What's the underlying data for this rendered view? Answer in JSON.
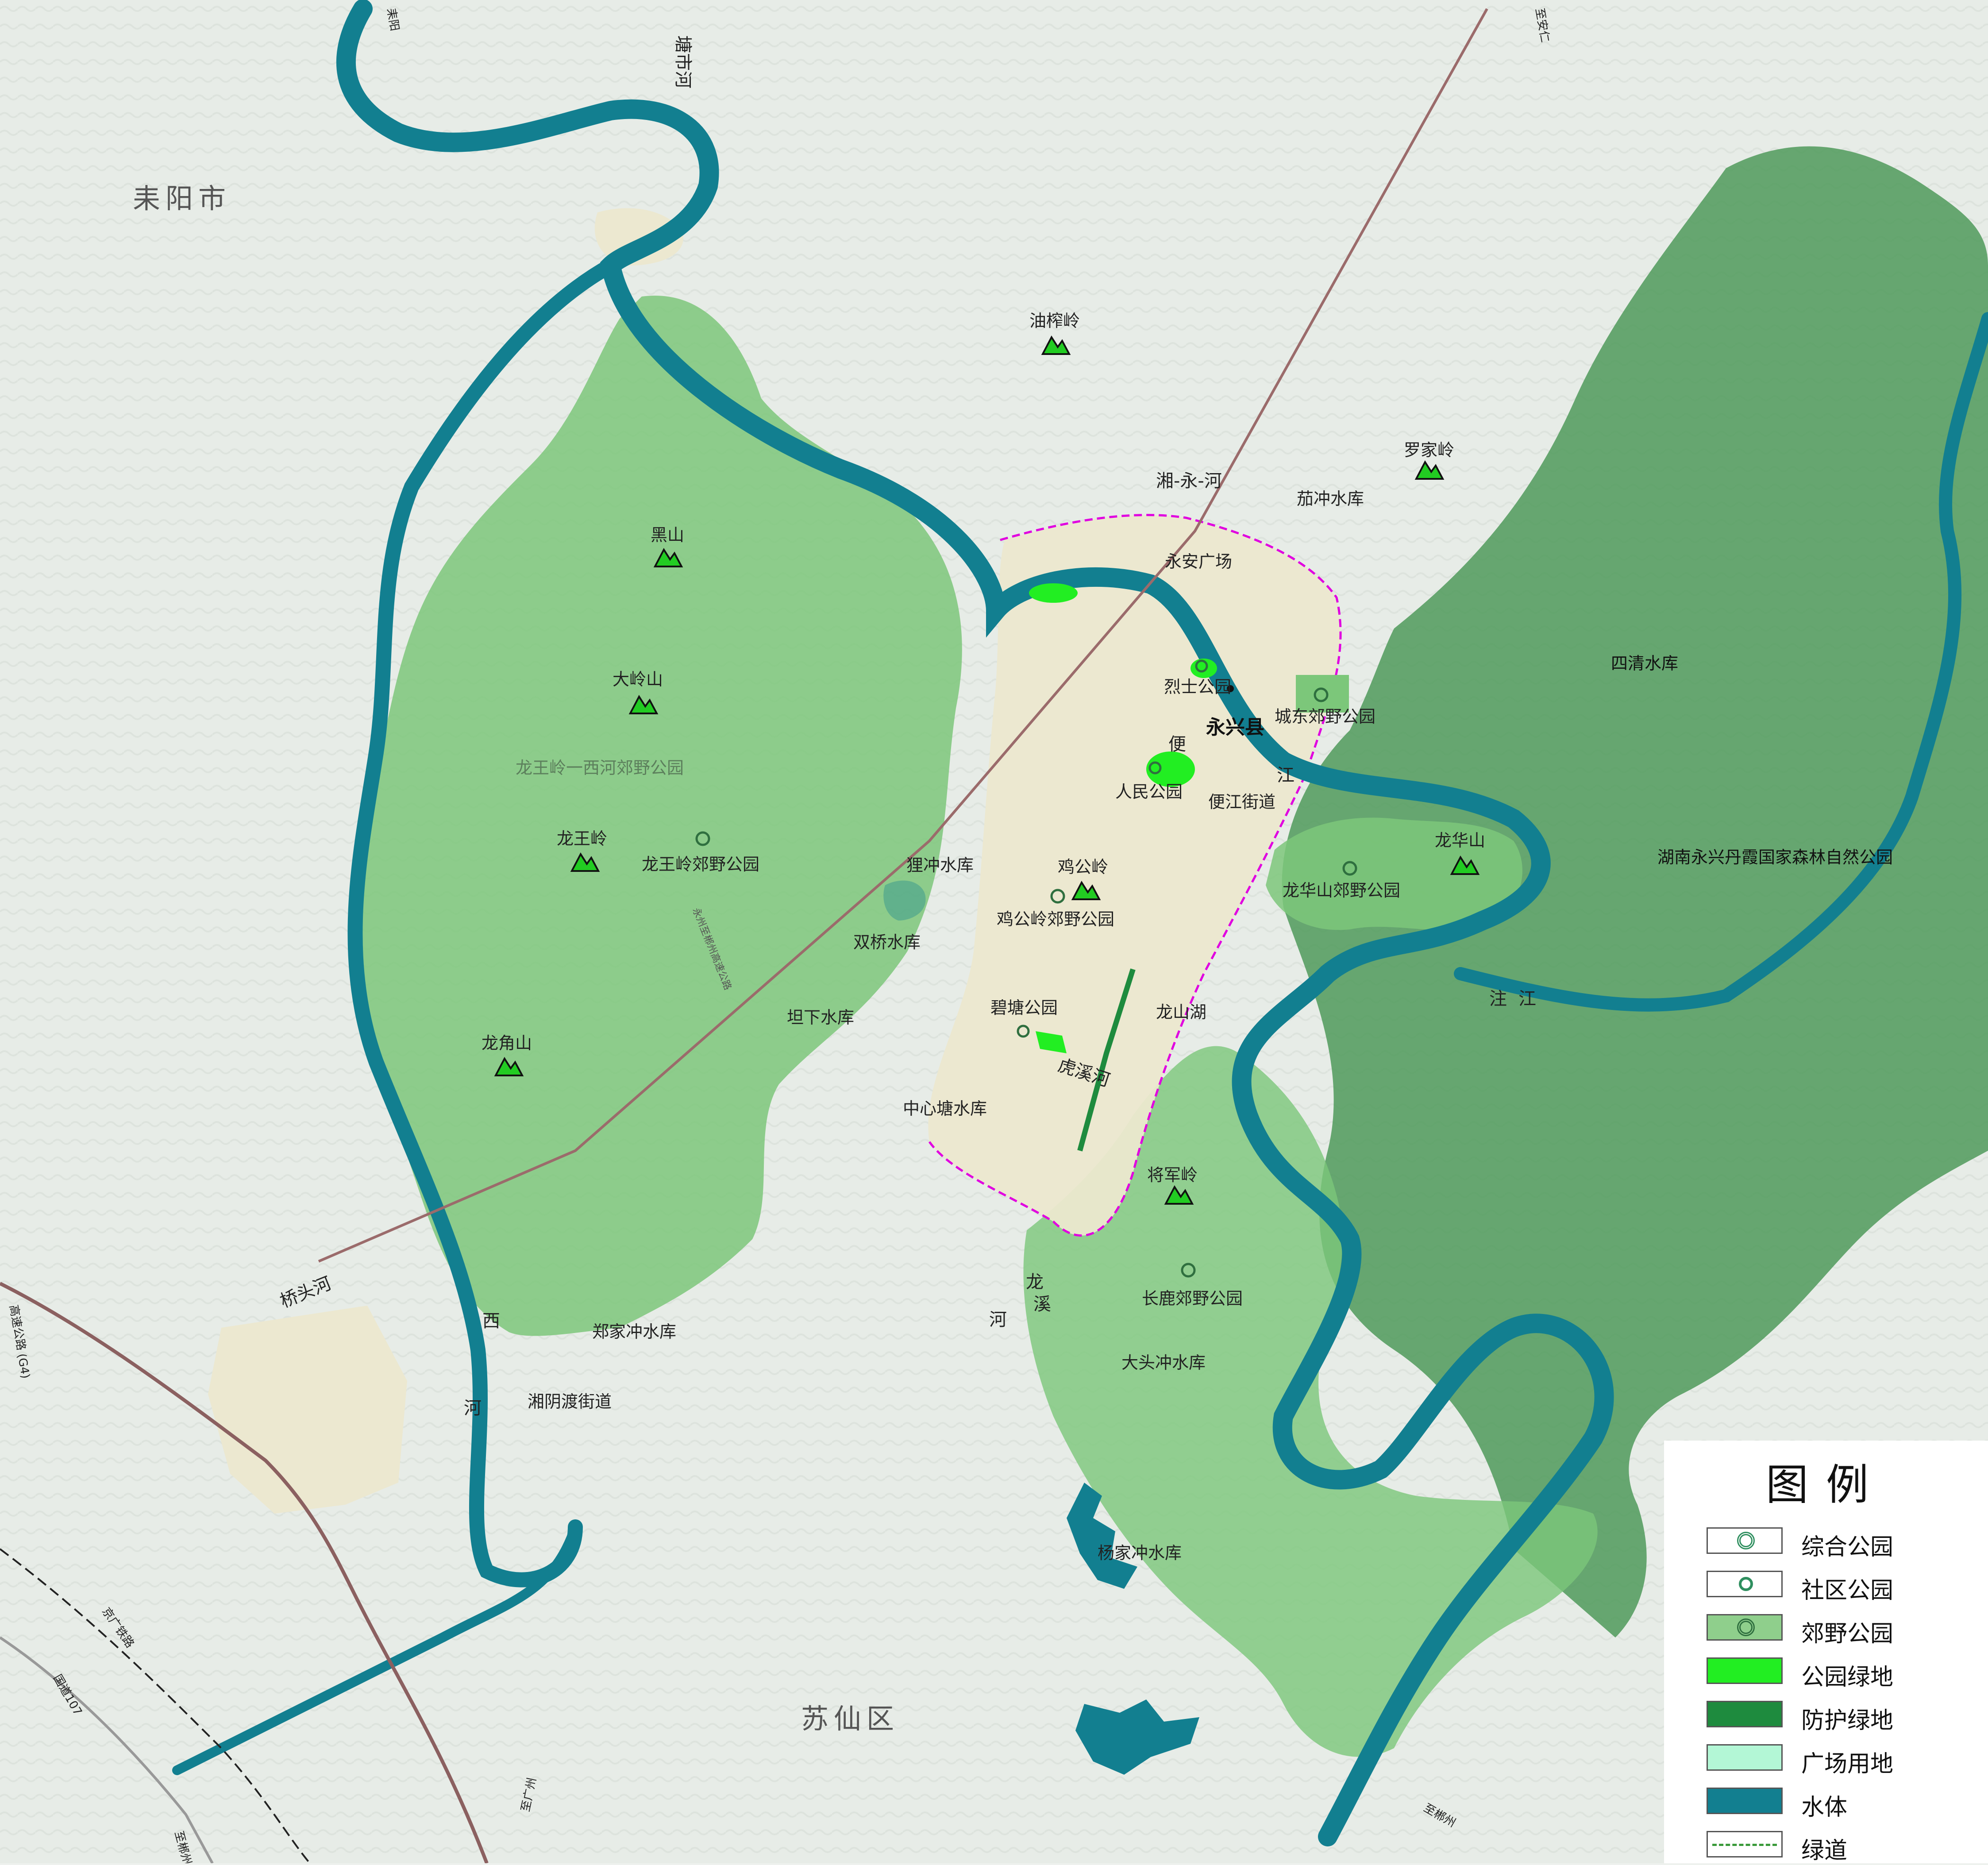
{
  "colors": {
    "water": "#127f90",
    "suburban_park": "#7cc77a",
    "forest_park": "#4f9a5a",
    "park_green": "#22ee22",
    "protective_green": "#1e8b3e",
    "plaza": "#b3f7d6",
    "urban": "#ece8cf",
    "boundary": "#e000e0",
    "greenway": "#3a9a3a",
    "terrain": "#e6ebe6"
  },
  "regions": {
    "leiyang": "耒阳市",
    "suxian": "苏仙区",
    "yongxing": "永兴县"
  },
  "labels": {
    "heishan": "黑山",
    "dalingshan": "大岭山",
    "longwangling_xihe": "龙王岭一西河郊野公园",
    "longwangling": "龙王岭",
    "longwangling_park": "龙王岭郊野公园",
    "longjiaoshan": "龙角山",
    "youzhaling": "油榨岭",
    "luojialing": "罗家岭",
    "xiangyonghe": "湘-永-河",
    "jiachong": "茄冲水库",
    "yongan_plaza": "永安广场",
    "lieshi_park": "烈士公园",
    "chengdong_park": "城东郊野公园",
    "renmin_park": "人民公园",
    "bianjiang_street": "便江街道",
    "lichong": "狸冲水库",
    "shuangqiao": "双桥水库",
    "tanxia": "坦下水库",
    "jigongling": "鸡公岭",
    "jigongling_park": "鸡公岭郊野公园",
    "bitang_park": "碧塘公园",
    "longshan_lake": "龙山湖",
    "huxi_river": "虎溪河",
    "zhongxintang": "中心塘水库",
    "jiangjunling": "将军岭",
    "changlu_park": "长鹿郊野公园",
    "datouchong": "大头冲水库",
    "yangjiachong": "杨家冲水库",
    "zhengjiachong": "郑家冲水库",
    "xiangyindu": "湘阴渡街道",
    "qiaotou_river": "桥头河",
    "longhua_shan": "龙华山",
    "longhuashan_park": "龙华山郊野公园",
    "danxia_forest": "湖南永兴丹霞国家森林自然公园",
    "siqing": "四清水库",
    "tangshi_river": "塘市河",
    "bian_char": "便",
    "jiang_char": "江",
    "zhujiang": "注江",
    "xi_char": "西",
    "he_char": "河",
    "long_char": "龙",
    "xi2_char": "溪",
    "he2_char": "河"
  },
  "roads": {
    "g107": "国道107",
    "jingguang_rail": "京广铁路",
    "g4": "(G4)",
    "gaosu": "高速公路",
    "to_guangzhou": "至广州",
    "to_chenzhou_sw": "至郴州",
    "to_chenzhou_se": "至郴州",
    "to_leiyang": "耒阳",
    "to_anren": "至安仁",
    "expressway_vertical": "永州至郴州高速公路"
  },
  "legend": {
    "title": "图例",
    "items": [
      {
        "label": "综合公园",
        "icon": "double-ring-icon",
        "color": "#ffffff"
      },
      {
        "label": "社区公园",
        "icon": "single-ring-icon",
        "color": "#ffffff"
      },
      {
        "label": "郊野公园",
        "icon": "suburban-ring-icon",
        "color": "#8fcf8c"
      },
      {
        "label": "公园绿地",
        "icon": "",
        "color": "#22ee22"
      },
      {
        "label": "防护绿地",
        "icon": "",
        "color": "#1e8b3e"
      },
      {
        "label": "广场用地",
        "icon": "",
        "color": "#b3f7d6"
      },
      {
        "label": "水体",
        "icon": "",
        "color": "#127f90"
      },
      {
        "label": "绿道",
        "icon": "dashed-line-icon",
        "color": "#ffffff"
      }
    ]
  }
}
